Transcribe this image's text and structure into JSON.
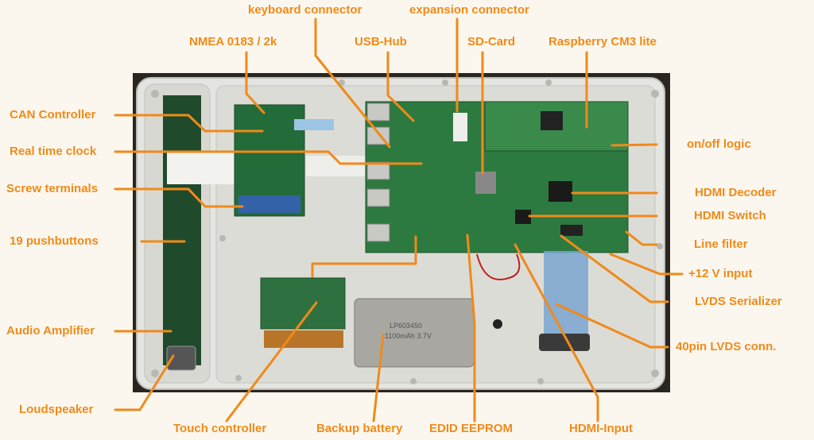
{
  "accent_color": "#f08a1a",
  "labels": {
    "keyboard_connector": "keyboard connector",
    "expansion_connector": "expansion connector",
    "nmea": "NMEA 0183 / 2k",
    "usb_hub": "USB-Hub",
    "sd_card": "SD-Card",
    "raspberry": "Raspberry CM3 lite",
    "can_controller": "CAN Controller",
    "rtc": "Real time clock",
    "screw_terminals": "Screw terminals",
    "pushbuttons": "19 pushbuttons",
    "audio_amplifier": "Audio Amplifier",
    "loudspeaker": "Loudspeaker",
    "on_off_logic": "on/off logic",
    "hdmi_decoder": "HDMI Decoder",
    "hdmi_switch": "HDMI Switch",
    "line_filter": "Line filter",
    "input_12v": "+12 V input",
    "lvds_serializer": "LVDS Serializer",
    "lvds_conn": "40pin LVDS conn.",
    "touch_controller": "Touch controller",
    "backup_battery": "Backup battery",
    "edid_eeprom": "EDID EEPROM",
    "hdmi_input": "HDMI-Input"
  },
  "battery_text": [
    "LP603450",
    "1100mAh 3.7V"
  ]
}
